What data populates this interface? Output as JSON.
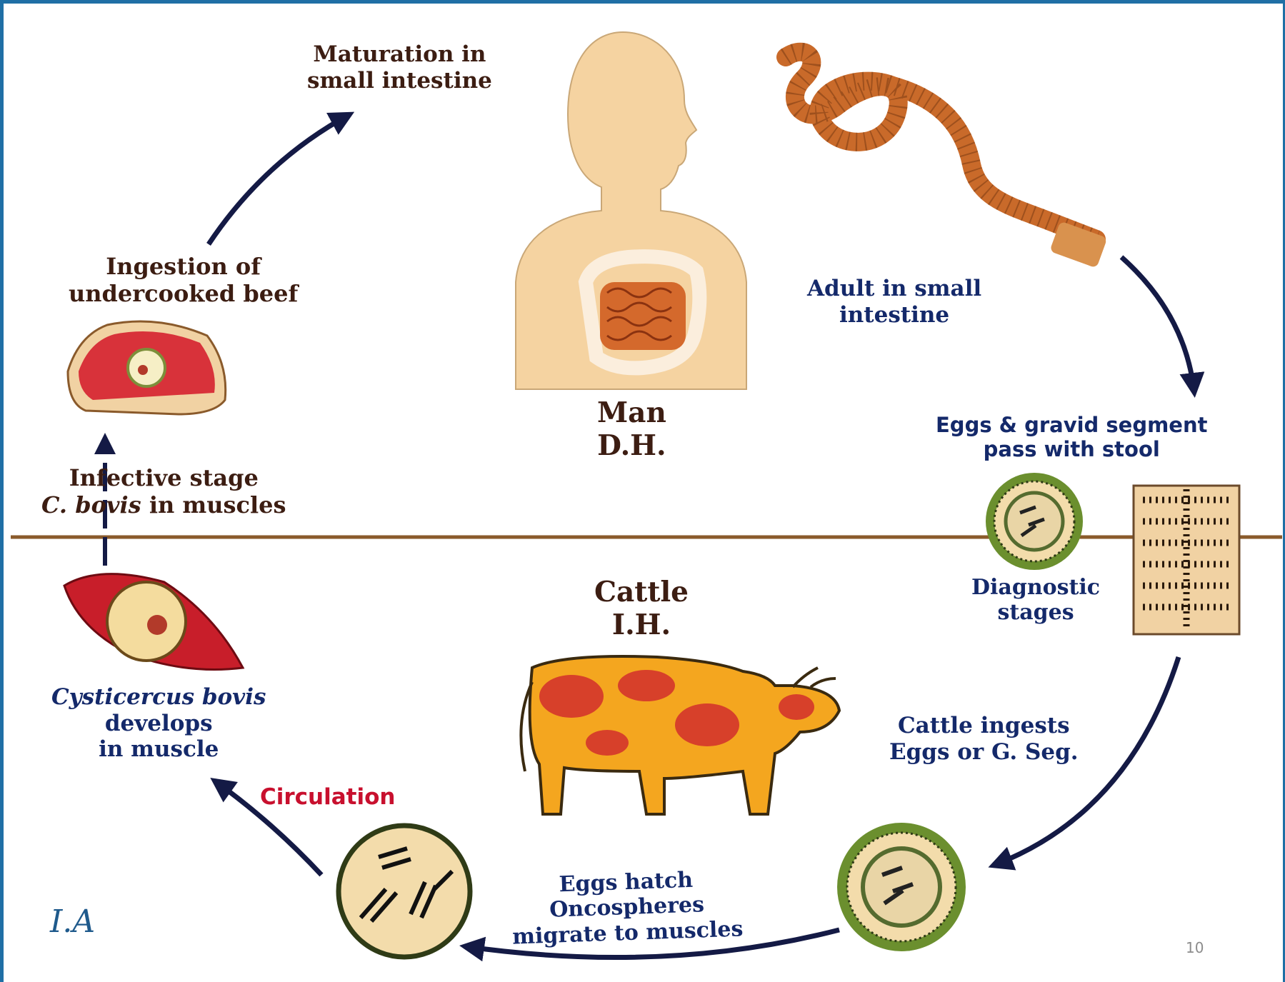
{
  "human_host": {
    "line1": "Man",
    "line2": "D.H."
  },
  "intermediate_host": {
    "line1": "Cattle",
    "line2": "I.H."
  },
  "steps": {
    "maturation": {
      "line1": "Maturation in",
      "line2": "small intestine"
    },
    "adult": {
      "line1": "Adult in small",
      "line2": "intestine"
    },
    "eggs_pass": {
      "line1": "Eggs & gravid segment",
      "line2": "pass with stool"
    },
    "diagnostic": {
      "line1": "Diagnostic",
      "line2": "stages"
    },
    "cattle_ingests": {
      "line1": "Cattle ingests",
      "line2": "Eggs or G. Seg."
    },
    "eggs_hatch": {
      "line1": "Eggs hatch",
      "line2": "Oncospheres",
      "line3": "migrate to muscles"
    },
    "circulation": "Circulation",
    "cysticercus": {
      "line1": "Cysticercus bovis",
      "line2": "develops",
      "line3": "in muscle"
    },
    "infective": {
      "line1": "Infective stage",
      "line2_italic": "C. bovis",
      "line2_rest": " in muscles"
    },
    "ingestion": {
      "line1": "Ingestion of",
      "line2": "undercooked beef"
    }
  },
  "signature": "I.A",
  "slide_number": "10",
  "colors": {
    "border": "#1f6fa5",
    "divider": "#8a5a2b",
    "arrow": "#141a45",
    "brown_text": "#3c1d12",
    "navy_text": "#14296a",
    "red_text": "#c8102e",
    "skin": "#f5d3a1",
    "worm": "#c96a2a",
    "meat": "#d8323a",
    "cow_body": "#f4a61f",
    "cow_spot": "#d7402a"
  }
}
